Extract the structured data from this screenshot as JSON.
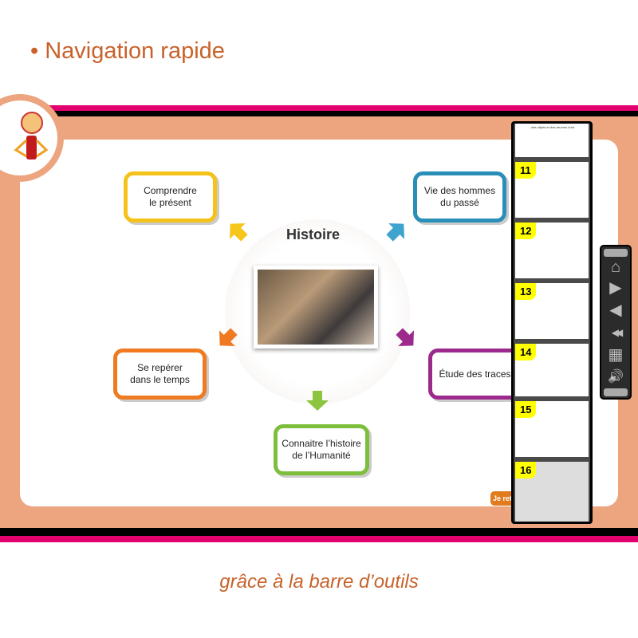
{
  "title": "• Navigation rapide",
  "caption": "grâce à la barre d’outils",
  "diagram": {
    "center": "Histoire",
    "boxes": [
      {
        "label": "Comprendre\nle présent",
        "color": "#f5c21a"
      },
      {
        "label": "Vie des hommes\ndu passé",
        "color": "#2a8fb8"
      },
      {
        "label": "Se repérer\ndans le temps",
        "color": "#f07a22"
      },
      {
        "label": "Étude des traces",
        "color": "#9c2a8c"
      },
      {
        "label": "Connaitre l’histoire\nde l’Humanité",
        "color": "#7dbf3c"
      }
    ]
  },
  "button_partial": "Je reti",
  "thumbnails": [
    {
      "num": "",
      "text": "...des objets et des œuvres d’art."
    },
    {
      "num": "11",
      "text": ""
    },
    {
      "num": "12",
      "text": ""
    },
    {
      "num": "13",
      "text": ""
    },
    {
      "num": "14",
      "text": ""
    },
    {
      "num": "15",
      "text": ""
    },
    {
      "num": "16",
      "text": ""
    }
  ],
  "toolbar": [
    {
      "icon": "home-icon",
      "glyph": "⌂"
    },
    {
      "icon": "next-icon",
      "glyph": "▶"
    },
    {
      "icon": "previous-icon",
      "glyph": "◀"
    },
    {
      "icon": "rewind-icon",
      "glyph": "◀◀"
    },
    {
      "icon": "grid-icon",
      "glyph": "▦"
    },
    {
      "icon": "sound-icon",
      "glyph": "🔊"
    }
  ]
}
